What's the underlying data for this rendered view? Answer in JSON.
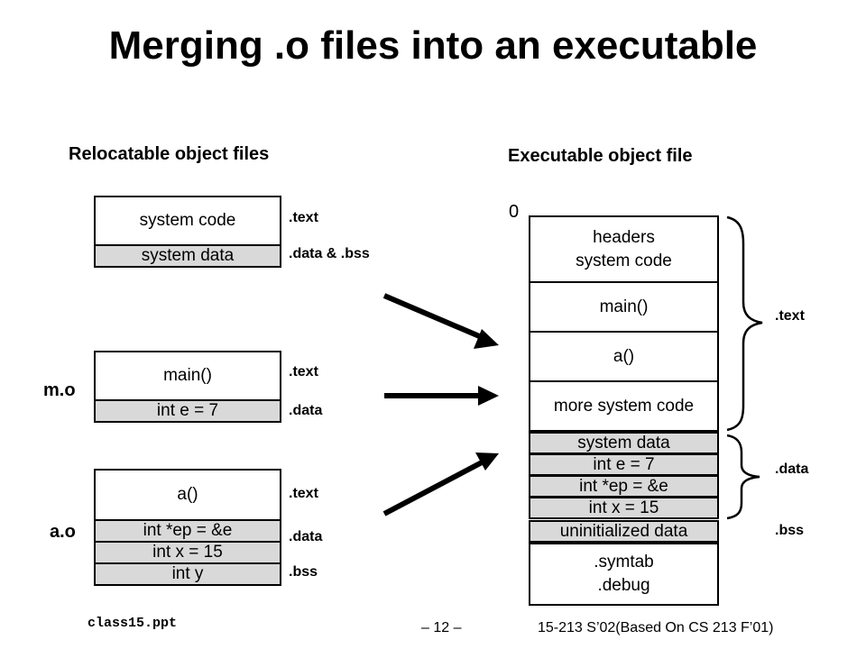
{
  "title": "Merging .o files into an executable",
  "left_heading": "Relocatable object files",
  "right_heading": "Executable object file",
  "relocatable": {
    "system": {
      "boxes": [
        "system code",
        "system data"
      ],
      "sections": [
        ".text",
        ".data & .bss"
      ]
    },
    "m_o": {
      "name": "m.o",
      "boxes": [
        "main()",
        "int e = 7"
      ],
      "sections": [
        ".text",
        ".data"
      ]
    },
    "a_o": {
      "name": "a.o",
      "boxes": [
        "a()",
        "int *ep = &e",
        "int x = 15",
        "int y"
      ],
      "sections": [
        ".text",
        ".data",
        ".bss"
      ]
    }
  },
  "executable": {
    "start_address": "0",
    "boxes": {
      "headers": [
        "headers",
        "system code"
      ],
      "main": "main()",
      "a": "a()",
      "more_system_code": "more system code",
      "system_data": "system data",
      "int_e": "int e = 7",
      "int_ep": "int *ep = &e",
      "int_x": "int x = 15",
      "uninit": "uninitialized data",
      "symtab": [
        ".symtab",
        ".debug"
      ]
    },
    "sections": [
      ".text",
      ".data",
      ".bss"
    ]
  },
  "footer": {
    "left": "class15.ppt",
    "center": "– 12 –",
    "right": "15-213 S’02(Based On CS 213 F’01)"
  }
}
